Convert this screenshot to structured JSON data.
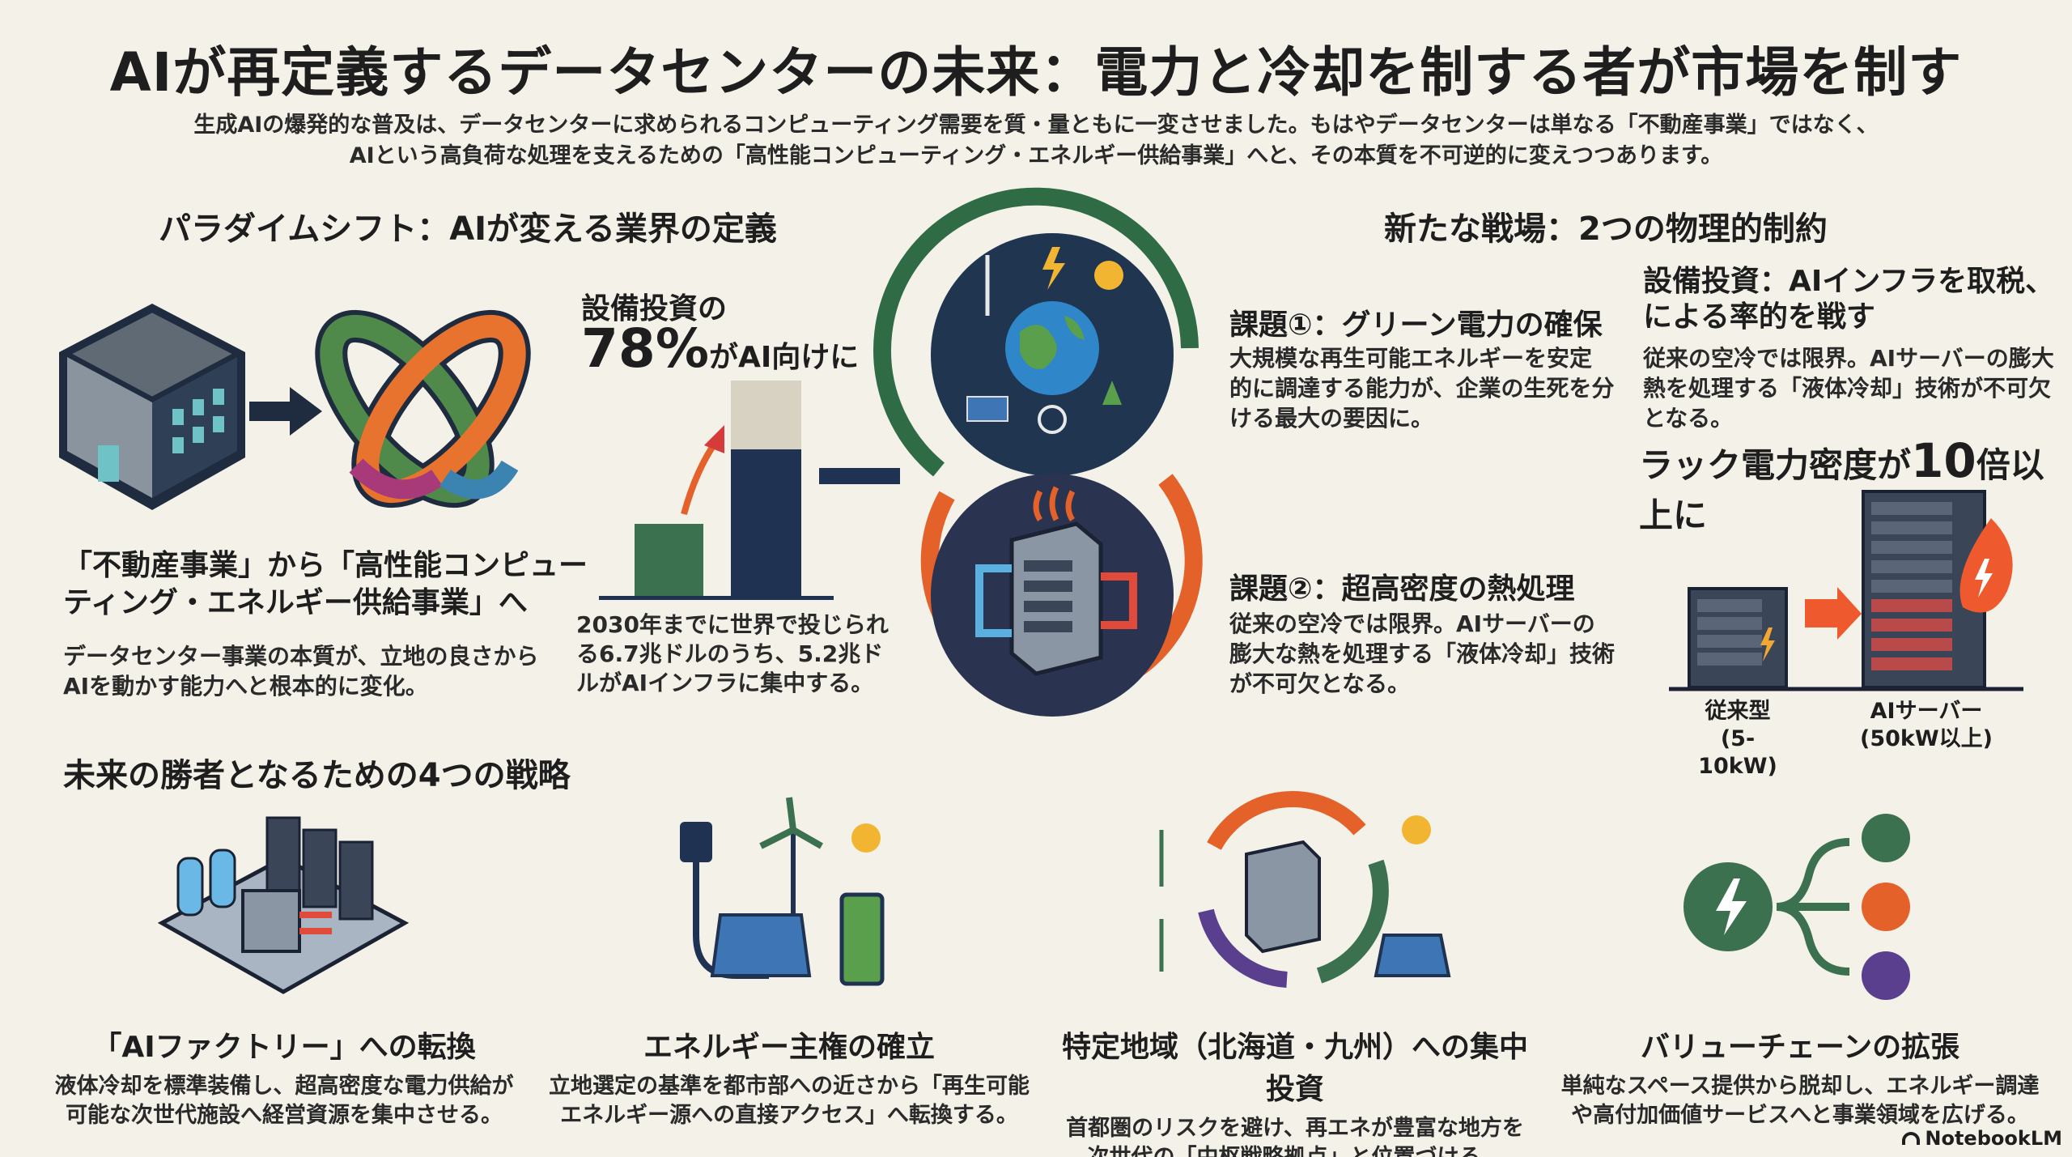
{
  "header": {
    "title": "AIが再定義するデータセンターの未来：電力と冷却を制する者が市場を制す",
    "subtitle_1": "生成AIの爆発的な普及は、データセンターに求められるコンピューティング需要を質・量ともに一変させました。もはやデータセンターは単なる「不動産事業」ではなく、",
    "subtitle_2": "AIという高負荷な処理を支えるための「高性能コンピューティング・エネルギー供給事業」へと、その本質を不可逆的に変えつつあります。"
  },
  "paradigm": {
    "heading": "パラダイムシフト：AIが変える業界の定義",
    "lead_1": "「不動産事業」から「高性能コンピュー",
    "lead_2": "ティング・エネルギー供給事業」へ",
    "body_1": "データセンター事業の本質が、立地の良さから",
    "body_2": "AIを動かす能力へと根本的に変化。",
    "capex_label": "設備投資の",
    "capex_value": "78%",
    "capex_suffix": "がAI向けに",
    "capex_note_1": "2030年までに世界で投じられ",
    "capex_note_2": "る6.7兆ドルのうち、5.2兆ド",
    "capex_note_3": "ルがAIインフラに集中する。",
    "ai_share_percent": 78
  },
  "battlefield": {
    "heading": "新たな戦場：2つの物理的制約",
    "issue1_title": "課題①：グリーン電力の確保",
    "issue1_1": "大規模な再生可能エネルギーを安定",
    "issue1_2": "的に調達する能力が、企業の生死を分",
    "issue1_3": "ける最大の要因に。",
    "issue2_title": "課題②：超高密度の熱処理",
    "issue2_1": "従来の空冷では限界。AIサーバーの",
    "issue2_2": "膨大な熱を処理する「液体冷却」技術",
    "issue2_3": "が不可欠となる。",
    "capex_title_1": "設備投資：AIインフラを取税、",
    "capex_title_2": "による率的を戦す",
    "capex_body_1": "従来の空冷では限界。AIサーバーの膨大",
    "capex_body_2": "熱を処理する「液体冷却」技術が不可欠",
    "capex_body_3": "となる。",
    "rack_prefix": "ラック電力密度が",
    "rack_value": "10",
    "rack_suffix": "倍以上に",
    "legacy_label": "従来型",
    "legacy_power": "(5-10kW)",
    "ai_label": "AIサーバー",
    "ai_power": "(50kW以上)"
  },
  "strategies": {
    "heading": "未来の勝者となるための4つの戦略",
    "items": [
      {
        "title": "「AIファクトリー」への転換",
        "line1": "液体冷却を標準装備し、超高密度な電力供給が",
        "line2": "可能な次世代施設へ経営資源を集中させる。"
      },
      {
        "title": "エネルギー主権の確立",
        "line1": "立地選定の基準を都市部への近さから「再生可能",
        "line2": "エネルギー源への直接アクセス」へ転換する。"
      },
      {
        "title": "特定地域（北海道・九州）への集中投資",
        "line1": "首都圏のリスクを避け、再エネが豊富な地方を",
        "line2": "次世代の「中枢戦略拠点」と位置づける。"
      },
      {
        "title": "バリューチェーンの拡張",
        "line1": "単純なスペース提供から脱却し、エネルギー調達",
        "line2": "や高付加価値サービスへと事業領域を広げる。"
      }
    ]
  },
  "footer": {
    "brand": "NotebookLM"
  },
  "colors": {
    "background": "#f3f1e8",
    "navy": "#1f3252",
    "green": "#3c7150",
    "orange": "#e4622a",
    "beige": "#d8d2c2"
  }
}
